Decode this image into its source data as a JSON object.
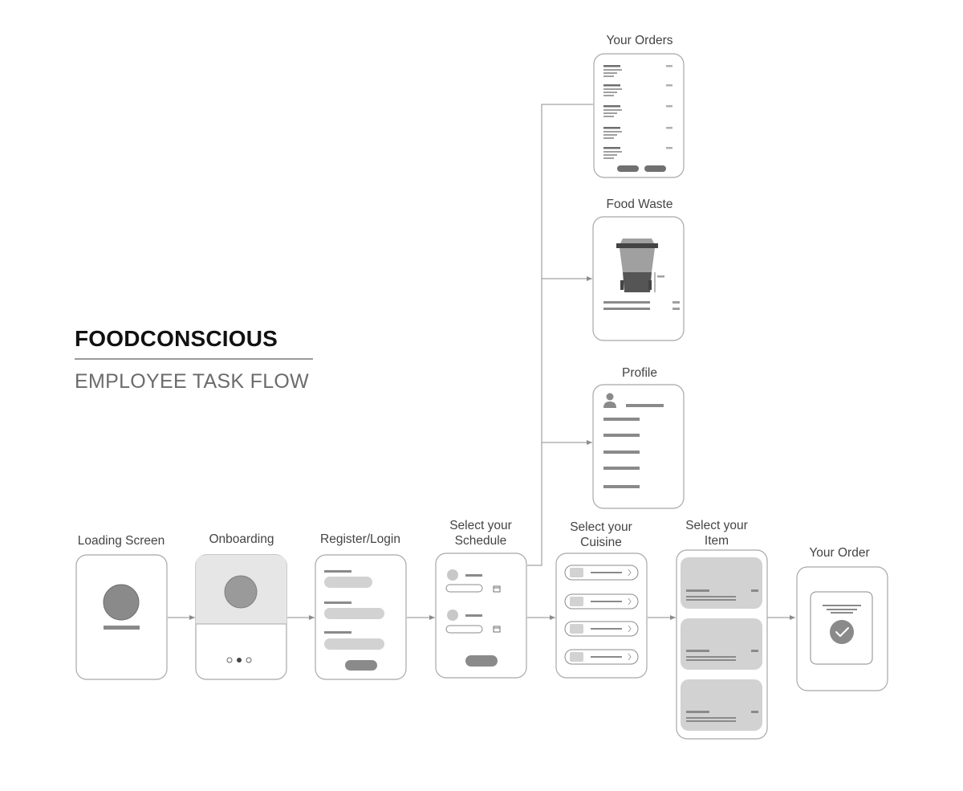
{
  "header": {
    "brand": "FOODCONSCIOUS",
    "subtitle": "EMPLOYEE TASK FLOW"
  },
  "screens": {
    "loading": {
      "label": "Loading Screen"
    },
    "onboarding": {
      "label": "Onboarding"
    },
    "register": {
      "label": "Register/Login"
    },
    "schedule": {
      "label_1": "Select your",
      "label_2": "Schedule"
    },
    "cuisine": {
      "label_1": "Select your",
      "label_2": "Cuisine"
    },
    "item": {
      "label_1": "Select your",
      "label_2": "Item"
    },
    "your_order": {
      "label": "Your Order"
    },
    "your_orders": {
      "label": "Your Orders"
    },
    "food_waste": {
      "label": "Food Waste"
    },
    "profile": {
      "label": "Profile"
    }
  },
  "colors": {
    "frame_stroke": "#a8a8a8",
    "dark_gray": "#8a8a8a",
    "mid_gray": "#a0a0a0",
    "light_gray": "#d2d2d2",
    "bin_dark": "#555555",
    "connector": "#8c8c8c"
  }
}
